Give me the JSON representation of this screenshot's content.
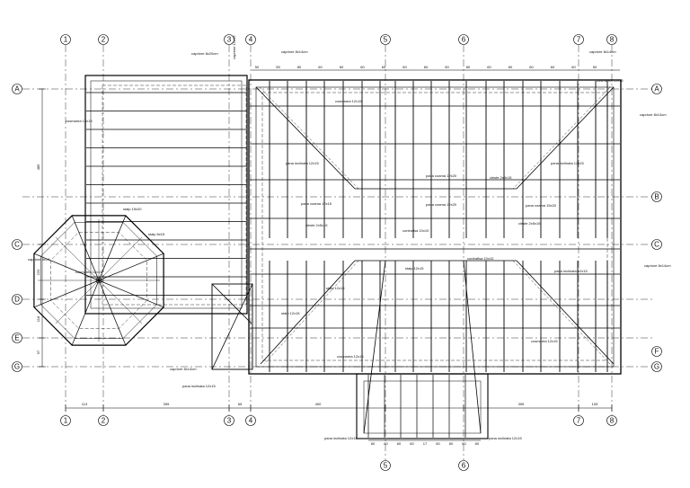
{
  "axes_top": [
    "1",
    "2",
    "3",
    "4",
    "5",
    "6",
    "7",
    "8"
  ],
  "axes_bottom": [
    "1",
    "2",
    "3",
    "4",
    "7",
    "8"
  ],
  "axes_bottom_extra": [
    "5",
    "6"
  ],
  "axes_left": [
    "A",
    "C",
    "D",
    "E",
    "G"
  ],
  "axes_right": [
    "A",
    "B",
    "C",
    "F",
    "G"
  ],
  "dims_bottom": [
    "113",
    "395",
    "65",
    "400",
    "395",
    "105"
  ],
  "dims_left": [
    "485",
    "220",
    "118",
    "97"
  ],
  "dims_lower": [
    "60",
    "60",
    "60",
    "60",
    "17",
    "60",
    "60",
    "60",
    "60"
  ],
  "dims_top": [
    "50",
    "55",
    "80",
    "60",
    "60",
    "60",
    "60",
    "60",
    "60",
    "50",
    "80",
    "60",
    "60",
    "60",
    "60",
    "60",
    "50"
  ],
  "labels": {
    "capriore_top_a": "capriore 8x20cm",
    "capriore_top_b": "capriore 8x14cm",
    "capriore_top_c": "capriore 8x14cm",
    "capriore_side": "capriore 12x15",
    "cosmarea_left": "cosmarea 12x15",
    "cosmarea_right": "cosmarea 12x15",
    "cosmarea_oct": "cosmarea 12x15",
    "cosmarea_main": "cosmarea 12x15",
    "cosmarea_bottom": "cosmarea 12x15",
    "cosmarea_br": "cosmarea 12x15",
    "capriore_right1": "capriore 8x14cm",
    "capriore_right2": "capriore 8x14cm",
    "capriore_left": "capriore 8x14",
    "capriore_bottom": "capriore 8x14cm",
    "pana_inclinata_1": "pana inclinata 12x15",
    "pana_inclinata_2": "pana inclinata 12x15",
    "pana_inclinata_3": "pana inclinata 12x15",
    "pana_inclinata_4": "pana inclinata 12x15",
    "pana_inclinata_5": "pana inclinata 12x15",
    "pana_inclinata_6": "pana inclinata 12x15",
    "pana_coama_1": "pana coama 12x15",
    "pana_coama_2": "pana coama 12x20",
    "pana_coama_3": "pana coama 12x20",
    "pana_coama_4": "pana coama 15x20",
    "cleste_1": "cleste 2x5x15",
    "cleste_2": "cleste 2x5x15",
    "cleste_3": "cleste 2x5x15",
    "contrafisa_1": "contrafisa 10x10",
    "contrafisa_2": "contrafisa 10x10",
    "stalp_1": "stalp 12x15",
    "stalp_2": "stalp 12x15",
    "stalp_3": "stalp 12x15",
    "stalp_oct": "stalp 8x15",
    "popi_oct": "stalp 15x20"
  }
}
